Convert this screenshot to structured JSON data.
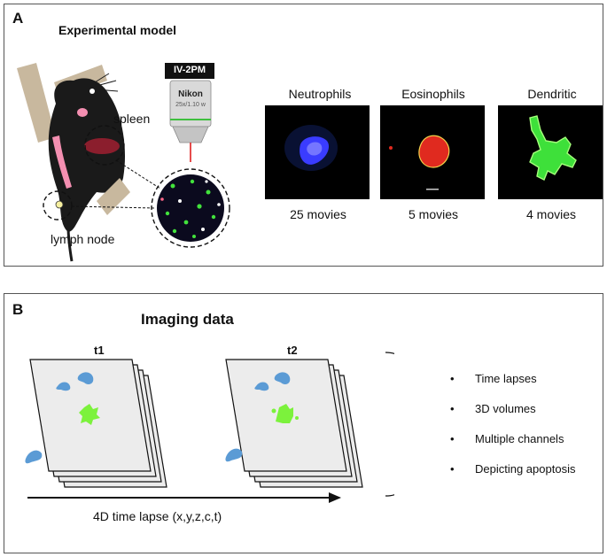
{
  "panel_a": {
    "letter": "A",
    "title": "Experimental model",
    "labels": {
      "spleen": "spleen",
      "lymph_node": "lymph node",
      "objective_badge": "IV-2PM",
      "objective_brand": "Nikon",
      "objective_spec": "25x/1.10 w"
    },
    "cells": [
      {
        "name": "Neutrophils",
        "movies": "25 movies",
        "color": "#3a3cff"
      },
      {
        "name": "Eosinophils",
        "movies": "5 movies",
        "color": "#e02a1f"
      },
      {
        "name": "Dendritic",
        "movies": "4 movies",
        "color": "#3ee03a"
      }
    ]
  },
  "panel_b": {
    "letter": "B",
    "title": "Imaging data",
    "stack_labels": [
      "t1",
      "t2"
    ],
    "axis_label": "4D time lapse (x,y,z,c,t)",
    "features": [
      "Time lapses",
      "3D volumes",
      "Multiple channels",
      "Depicting apoptosis"
    ]
  },
  "colors": {
    "mouse": "#1a1a1a",
    "tape": "#c8b89e",
    "pink": "#f48fb1",
    "spleen": "#8b1e2d",
    "blue_cell": "#5b9bd5",
    "green_cell": "#7cf23c",
    "slice_fill": "#ececec"
  }
}
